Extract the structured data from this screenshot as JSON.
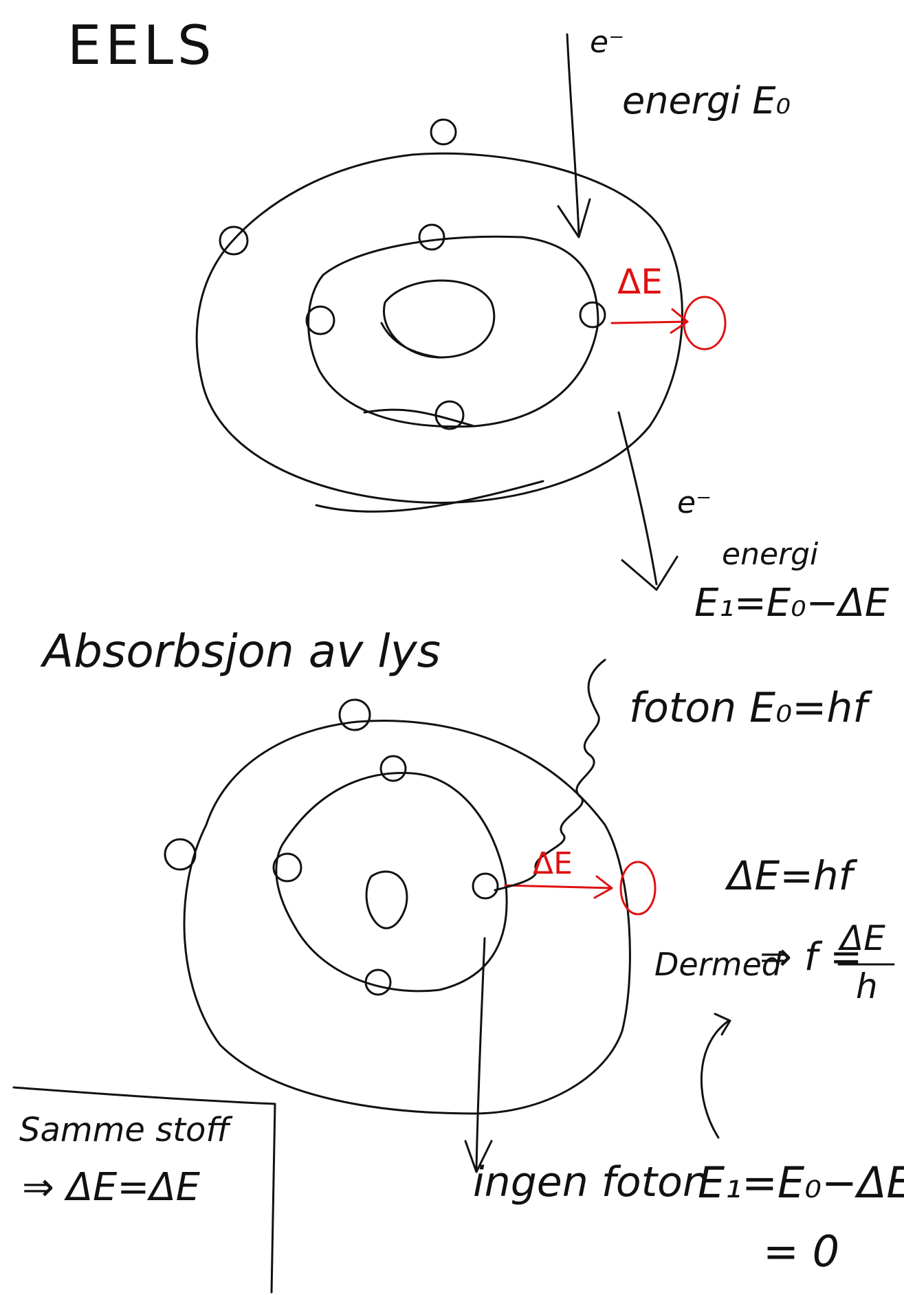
{
  "colors": {
    "ink": "#111111",
    "accent": "#e01010",
    "background": "#ffffff"
  },
  "eels": {
    "title": "EELS",
    "incoming_e": "e⁻",
    "incoming_energy": "energi E₀",
    "delta_e": "ΔE",
    "outgoing_e": "e⁻",
    "outgoing_energy_word": "energi",
    "outgoing_energy_eq": "E₁=E₀−ΔE"
  },
  "absorption": {
    "title": "Absorbsjon av lys",
    "photon": "foton E₀=hf",
    "delta_e": "ΔE",
    "eq_delta": "ΔE=hf",
    "eq_freq_prefix": "⇒ f =",
    "eq_freq_numer": "ΔE",
    "eq_freq_denom": "h",
    "dermed": "Dermed",
    "no_photon": "ingen foton",
    "final_eq": "E₁=E₀−ΔE",
    "final_zero": "= 0"
  },
  "summary": {
    "line1": "Samme stoff",
    "line2": "⇒ ΔE=ΔE"
  }
}
